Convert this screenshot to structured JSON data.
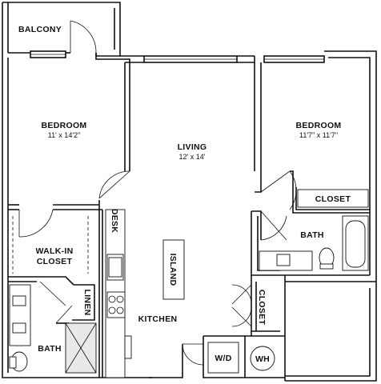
{
  "rooms": {
    "balcony": {
      "name": "BALCONY"
    },
    "bedroom_1": {
      "name": "BEDROOM",
      "dimensions": "11' x 14'2\""
    },
    "living": {
      "name": "LIVING",
      "dimensions": "12' x 14'"
    },
    "bedroom_2": {
      "name": "BEDROOM",
      "dimensions": "11'7\" x 11'7\""
    },
    "closet_bedroom": {
      "name": "CLOSET"
    },
    "bath_2": {
      "name": "BATH"
    },
    "walk_in_closet": {
      "name_line1": "WALK-IN",
      "name_line2": "CLOSET"
    },
    "linen": {
      "name": "LINEN"
    },
    "desk": {
      "name": "DESK"
    },
    "island": {
      "name": "ISLAND"
    },
    "kitchen": {
      "name": "KITCHEN"
    },
    "closet_hall": {
      "name": "CLOSET"
    },
    "bath_1": {
      "name": "BATH"
    },
    "wd": {
      "name": "W/D"
    },
    "wh": {
      "name": "WH"
    }
  }
}
